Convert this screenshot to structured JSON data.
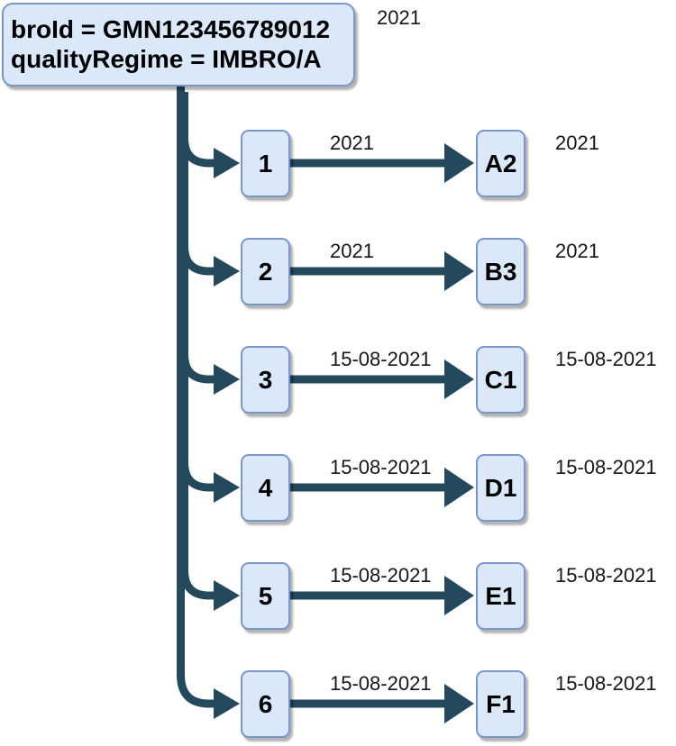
{
  "root": {
    "line1": "broId = GMN123456789012",
    "line2": "qualityRegime = IMBRO/A",
    "year_label": "2021"
  },
  "rows": [
    {
      "number": "1",
      "edge_label": "2021",
      "code": "A2",
      "right_label": "2021"
    },
    {
      "number": "2",
      "edge_label": "2021",
      "code": "B3",
      "right_label": "2021"
    },
    {
      "number": "3",
      "edge_label": "15-08-2021",
      "code": "C1",
      "right_label": "15-08-2021"
    },
    {
      "number": "4",
      "edge_label": "15-08-2021",
      "code": "D1",
      "right_label": "15-08-2021"
    },
    {
      "number": "5",
      "edge_label": "15-08-2021",
      "code": "E1",
      "right_label": "15-08-2021"
    },
    {
      "number": "6",
      "edge_label": "15-08-2021",
      "code": "F1",
      "right_label": "15-08-2021"
    }
  ],
  "colors": {
    "edge": "#24485c",
    "node_fill": "#dbe8fa",
    "node_border": "#7a96c8",
    "label_color": "#161616"
  }
}
